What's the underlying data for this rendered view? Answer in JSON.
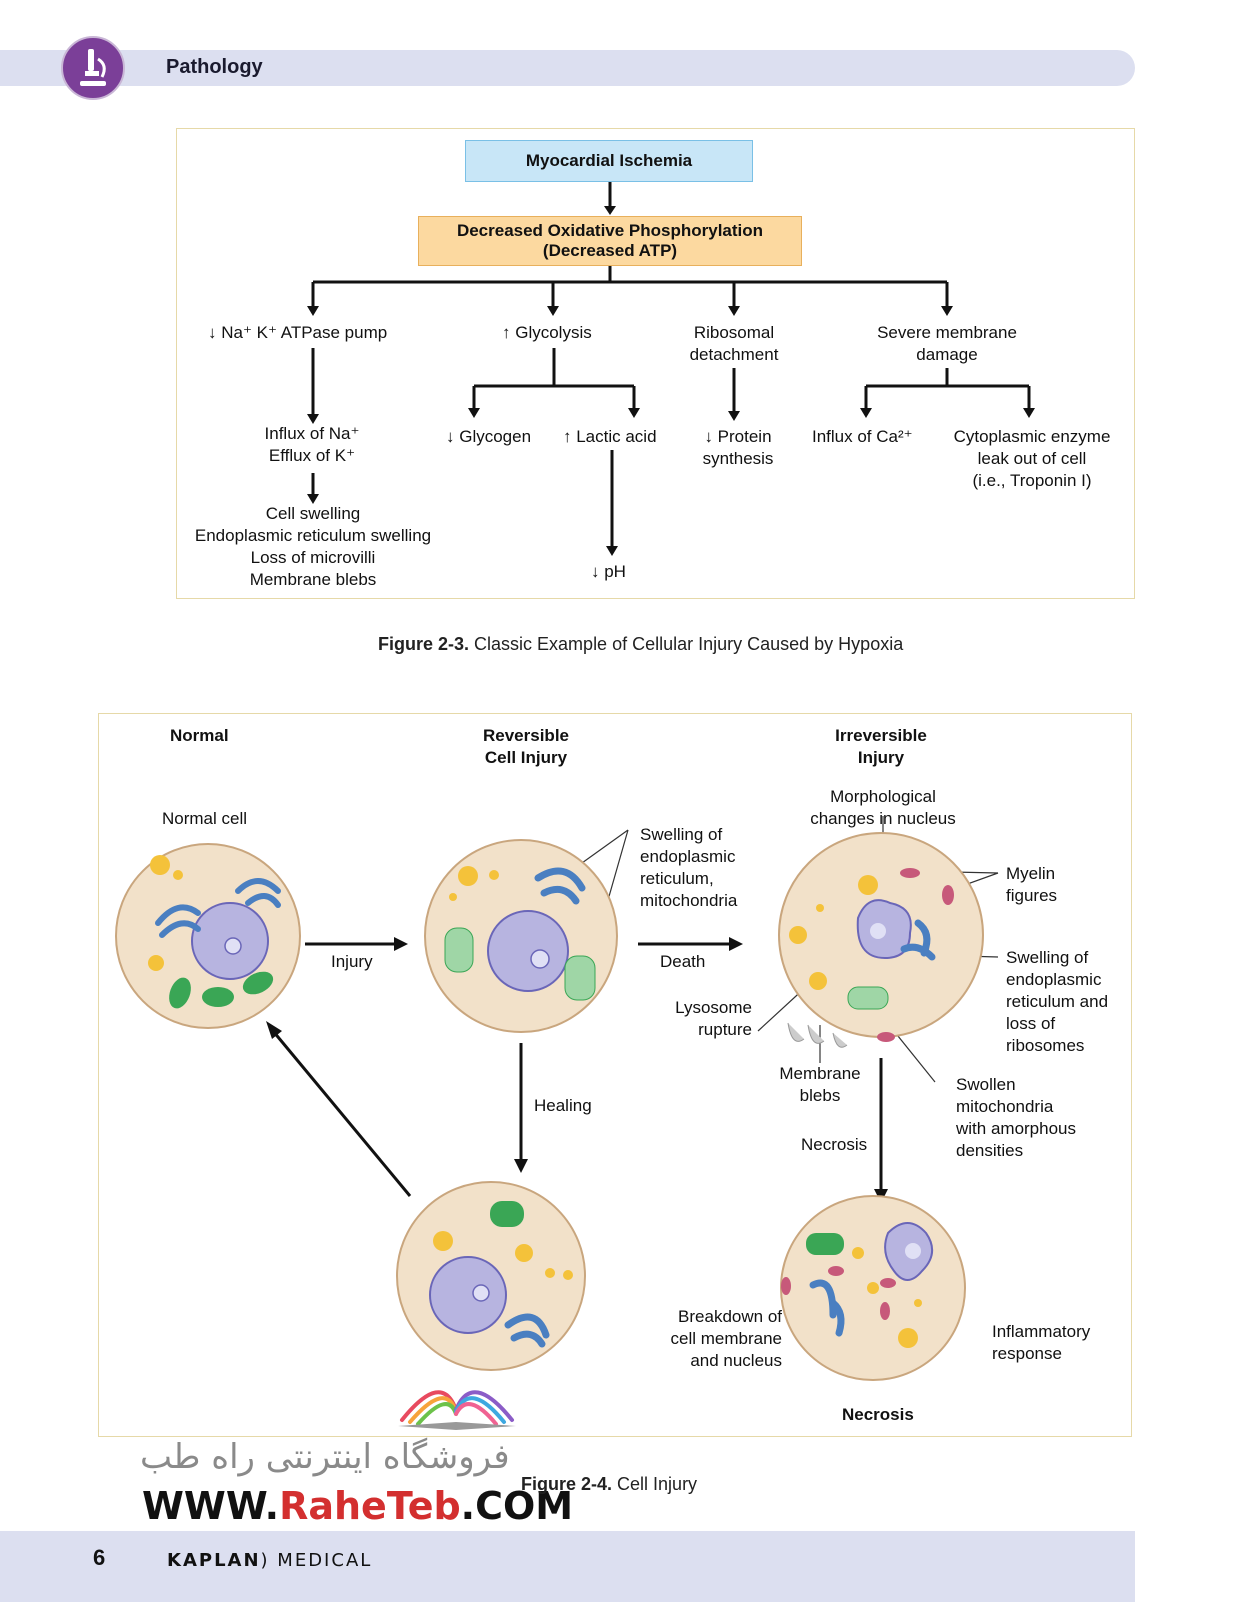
{
  "header": {
    "title": "Pathology"
  },
  "figure3": {
    "top": "Myocardial Ischemia",
    "second_line1": "Decreased Oxidative Phosphorylation",
    "second_line2": "(Decreased ATP)",
    "b1": "↓ Na⁺ K⁺ ATPase pump",
    "b2": "↑ Glycolysis",
    "b3_line1": "Ribosomal",
    "b3_line2": "detachment",
    "b4_line1": "Severe membrane",
    "b4_line2": "damage",
    "influx_line1": "Influx of Na⁺",
    "influx_line2": "Efflux of K⁺",
    "swelling": [
      "Cell swelling",
      "Endoplasmic reticulum swelling",
      "Loss of microvilli",
      "Membrane blebs"
    ],
    "glycogen": "↓ Glycogen",
    "lactic": "↑ Lactic acid",
    "ph": "↓ pH",
    "protein_line1": "↓ Protein",
    "protein_line2": "synthesis",
    "ca": "Influx of Ca²⁺",
    "enzyme": [
      "Cytoplasmic enzyme",
      "leak out of cell",
      "(i.e., Troponin I)"
    ],
    "caption_bold": "Figure 2-3.",
    "caption_text": " Classic Example of Cellular Injury Caused by Hypoxia"
  },
  "figure4": {
    "col_normal": "Normal",
    "col_reversible": [
      "Reversible",
      "Cell Injury"
    ],
    "col_irreversible": [
      "Irreversible",
      "Injury"
    ],
    "normal_cell": "Normal cell",
    "injury": "Injury",
    "death": "Death",
    "healing": "Healing",
    "necrosis_arrow": "Necrosis",
    "swelling_er": [
      "Swelling of",
      "endoplasmic",
      "reticulum,",
      "mitochondria"
    ],
    "morph": [
      "Morphological",
      "changes in nucleus"
    ],
    "myelin": [
      "Myelin",
      "figures"
    ],
    "swelling_er2": [
      "Swelling of",
      "endoplasmic",
      "reticulum and",
      "loss of",
      "ribosomes"
    ],
    "lysosome": [
      "Lysosome",
      "rupture"
    ],
    "blebs": [
      "Membrane",
      "blebs"
    ],
    "swollen_mito": [
      "Swollen",
      "mitochondria",
      "with amorphous",
      "densities"
    ],
    "breakdown": [
      "Breakdown of",
      "cell membrane",
      "and nucleus"
    ],
    "inflammatory": [
      "Inflammatory",
      "response"
    ],
    "necrosis_label": "Necrosis",
    "caption_bold": "Figure 2-4.",
    "caption_text": " Cell Injury"
  },
  "watermark": {
    "persian": "فروشگاه اینترنتی راه طب",
    "url_prefix": "WWW.",
    "url_brand": "RaheTeb",
    "url_suffix": ".COM"
  },
  "footer": {
    "page_number": "6",
    "brand": "KAPLAN",
    "brand_suffix": "MEDICAL"
  },
  "colors": {
    "accent_purple": "#7b3f98",
    "band": "#dcdff0",
    "mito_green": "#3aa655",
    "er_blue": "#4a7fc1",
    "nucleus": "#b7b4e0",
    "granule": "#f4c23a"
  }
}
